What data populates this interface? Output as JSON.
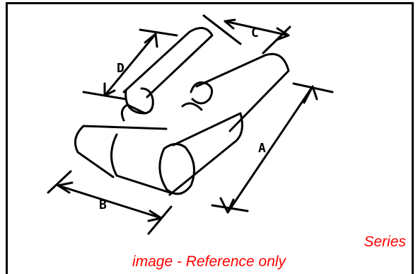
{
  "diagram": {
    "dimension_labels": {
      "a": "A",
      "b": "B",
      "c": "C",
      "d": "D"
    }
  },
  "caption": {
    "line1": "Series",
    "line2": "image - Reference only"
  },
  "colors": {
    "caption": "#ff0000",
    "line": "#000000",
    "background": "#ffffff"
  }
}
